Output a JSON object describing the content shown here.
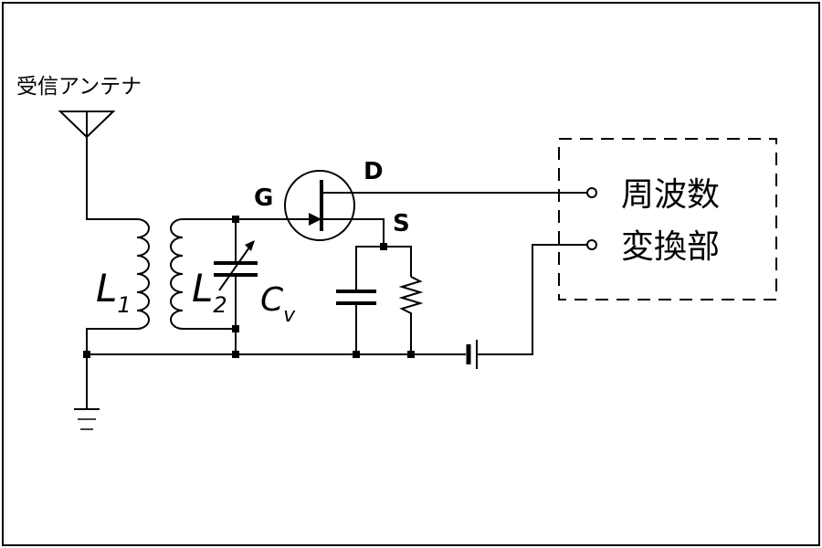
{
  "antenna_label": "受信アンテナ",
  "inductor_primary": {
    "symbol": "L",
    "subscript": "1"
  },
  "inductor_secondary": {
    "symbol": "L",
    "subscript": "2"
  },
  "variable_capacitor": {
    "symbol": "C",
    "subscript": "v"
  },
  "fet_terminals": {
    "gate": "G",
    "drain": "D",
    "source": "S"
  },
  "converter_label": {
    "line1": "周波数",
    "line2": "変換部"
  }
}
